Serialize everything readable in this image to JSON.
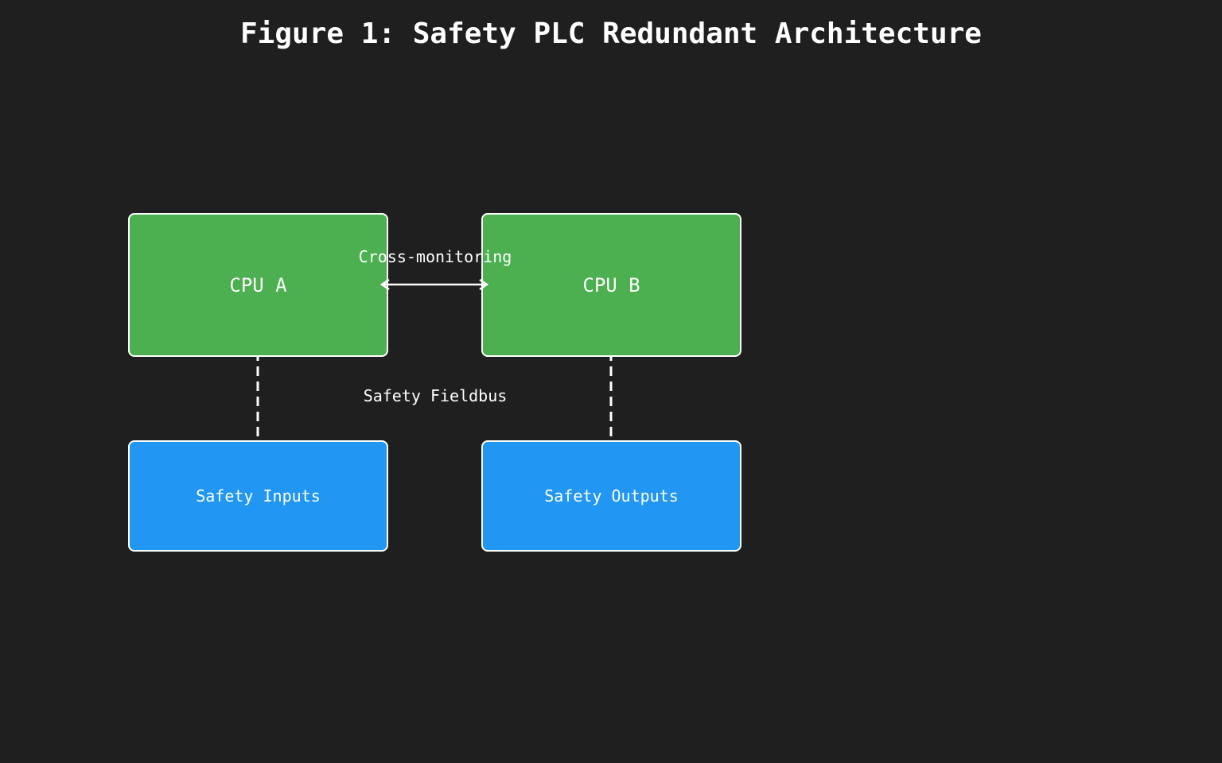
{
  "title": "Figure 1: Safety PLC Redundant Architecture",
  "nodes": {
    "cpu_a": {
      "label": "CPU A",
      "color": "#4caf50"
    },
    "cpu_b": {
      "label": "CPU B",
      "color": "#4caf50"
    },
    "safety_inputs": {
      "label": "Safety Inputs",
      "color": "#2196f3"
    },
    "safety_outputs": {
      "label": "Safety Outputs",
      "color": "#2196f3"
    }
  },
  "edges": {
    "cross_monitoring": {
      "label": "Cross-monitoring",
      "from": "CPU A",
      "to": "CPU B",
      "style": "solid-bidirectional-arrow"
    },
    "fieldbus": {
      "label": "Safety Fieldbus",
      "style": "dashed"
    }
  },
  "colors": {
    "background": "#1f1f1f",
    "border": "#ffffff",
    "text": "#ffffff"
  }
}
